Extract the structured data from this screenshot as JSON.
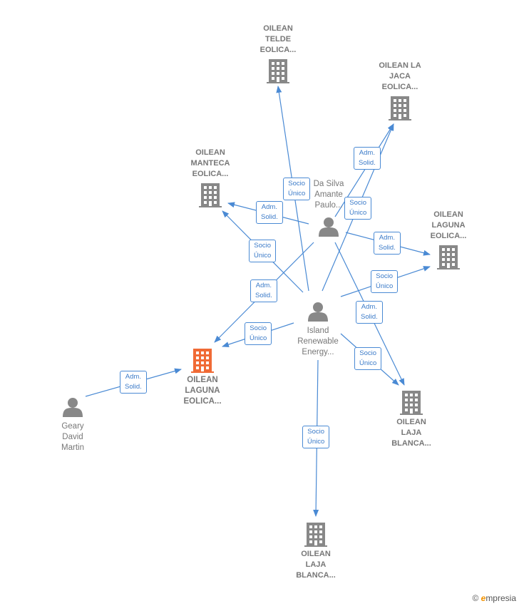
{
  "colors": {
    "edge": "#4a8ad4",
    "icon": "#888888",
    "icon_highlight": "#f06a35",
    "text": "#777777"
  },
  "nodes": [
    {
      "id": "telde",
      "kind": "company",
      "icon": "building-icon",
      "lines": [
        "OILEAN",
        "TELDE",
        "EOLICA..."
      ]
    },
    {
      "id": "jaca",
      "kind": "company",
      "icon": "building-icon",
      "lines": [
        "OILEAN LA",
        "JACA",
        "EOLICA..."
      ]
    },
    {
      "id": "manteca",
      "kind": "company",
      "icon": "building-icon",
      "lines": [
        "OILEAN",
        "MANTECA",
        "EOLICA..."
      ]
    },
    {
      "id": "laguna_r",
      "kind": "company",
      "icon": "building-icon",
      "lines": [
        "OILEAN",
        "LAGUNA",
        "EOLICA..."
      ]
    },
    {
      "id": "laguna_main",
      "kind": "company",
      "icon": "building-icon",
      "highlight": true,
      "lines": [
        "OILEAN",
        "LAGUNA",
        "EOLICA..."
      ]
    },
    {
      "id": "blanca_r",
      "kind": "company",
      "icon": "building-icon",
      "lines": [
        "OILEAN",
        "LAJA",
        "BLANCA..."
      ]
    },
    {
      "id": "blanca_b",
      "kind": "company",
      "icon": "building-icon",
      "lines": [
        "OILEAN",
        "LAJA",
        "BLANCA..."
      ]
    },
    {
      "id": "dasilva",
      "kind": "person",
      "icon": "person-icon",
      "lines": [
        "Da Silva",
        "Amante",
        "Paulo..."
      ]
    },
    {
      "id": "island",
      "kind": "person",
      "icon": "person-icon",
      "lines": [
        "Island",
        "Renewable",
        "Energy..."
      ]
    },
    {
      "id": "geary",
      "kind": "person",
      "icon": "person-icon",
      "lines": [
        "Geary",
        "David",
        "Martin"
      ]
    }
  ],
  "edges": [
    {
      "from": "island",
      "to": "telde",
      "lines": [
        "Socio",
        "Único"
      ]
    },
    {
      "from": "island",
      "to": "jaca",
      "lines": [
        "Socio",
        "Único"
      ]
    },
    {
      "from": "dasilva",
      "to": "jaca",
      "lines": [
        "Adm.",
        "Solid."
      ]
    },
    {
      "from": "dasilva",
      "to": "manteca",
      "lines": [
        "Adm.",
        "Solid."
      ]
    },
    {
      "from": "island",
      "to": "manteca",
      "lines": [
        "Socio",
        "Único"
      ]
    },
    {
      "from": "dasilva",
      "to": "laguna_r",
      "lines": [
        "Adm.",
        "Solid."
      ]
    },
    {
      "from": "island",
      "to": "laguna_r",
      "lines": [
        "Socio",
        "Único"
      ]
    },
    {
      "from": "dasilva",
      "to": "laguna_main",
      "lines": [
        "Adm.",
        "Solid."
      ]
    },
    {
      "from": "island",
      "to": "laguna_main",
      "lines": [
        "Socio",
        "Único"
      ]
    },
    {
      "from": "geary",
      "to": "laguna_main",
      "lines": [
        "Adm.",
        "Solid."
      ]
    },
    {
      "from": "dasilva",
      "to": "blanca_r",
      "lines": [
        "Adm.",
        "Solid."
      ]
    },
    {
      "from": "island",
      "to": "blanca_r",
      "lines": [
        "Socio",
        "Único"
      ]
    },
    {
      "from": "island",
      "to": "blanca_b",
      "lines": [
        "Socio",
        "Único"
      ]
    }
  ],
  "brand": {
    "symbol": "©",
    "initial": "e",
    "rest": "mpresia"
  }
}
